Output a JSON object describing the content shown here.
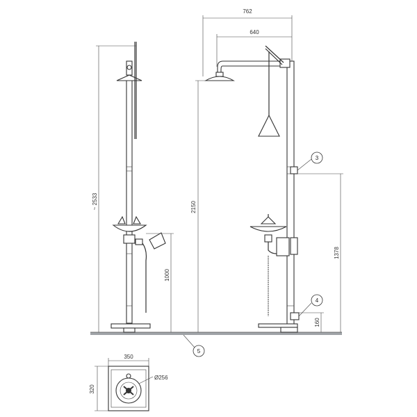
{
  "dimensions": {
    "overall_height": "~ 2533",
    "bowl_height_left": "1000",
    "shower_head_height": "2150",
    "width_outer": "762",
    "width_inner": "640",
    "valve_height": "1378",
    "base_height": "160",
    "plan_width": "350",
    "plan_depth": "320",
    "plan_diameter": "Ø256"
  },
  "callouts": {
    "c3": "3",
    "c4": "4",
    "c5": "5"
  },
  "colors": {
    "line": "#333333",
    "ground": "#a0a4a8",
    "background": "#ffffff"
  }
}
